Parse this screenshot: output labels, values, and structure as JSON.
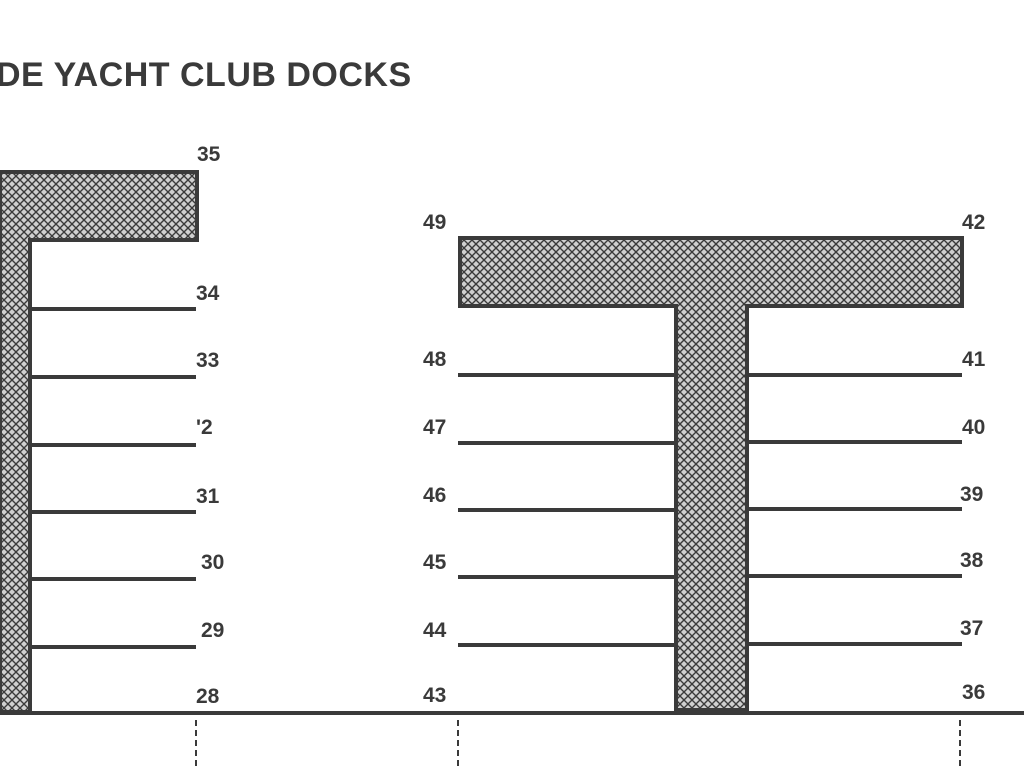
{
  "title": "DE YACHT CLUB DOCKS",
  "colors": {
    "ink": "#3a3a3a",
    "hatch_fill": "#cfcfcf",
    "background": "#ffffff"
  },
  "left_dock": {
    "head_slip": "35",
    "slips": [
      "34",
      "33",
      "'2",
      "31",
      "30",
      "29",
      "28"
    ]
  },
  "center_dock": {
    "head_slip_left": "49",
    "head_slip_right": "42",
    "left_slips": [
      "48",
      "47",
      "46",
      "45",
      "44",
      "43"
    ],
    "right_slips": [
      "41",
      "40",
      "39",
      "38",
      "37",
      "36"
    ]
  }
}
